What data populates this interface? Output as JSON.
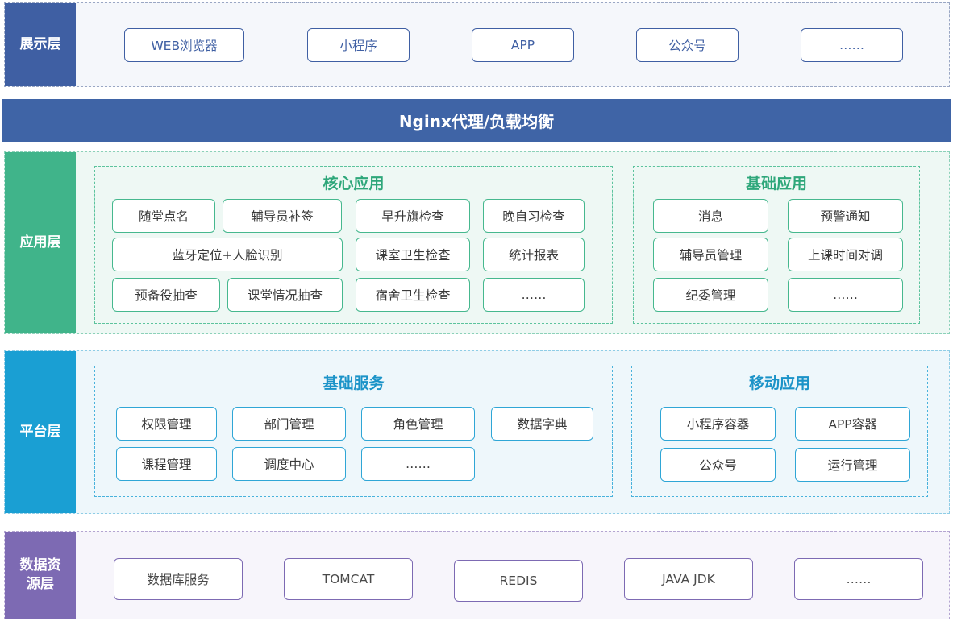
{
  "presentation_layer": {
    "label": "展示层",
    "items": [
      "WEB浏览器",
      "小程序",
      "APP",
      "公众号",
      "……"
    ]
  },
  "nginx": {
    "label": "Nginx代理/负载均衡"
  },
  "application_layer": {
    "label": "应用层",
    "core": {
      "title": "核心应用",
      "items": [
        "随堂点名",
        "辅导员补签",
        "早升旗检查",
        "晚自习检查",
        "蓝牙定位+人脸识别",
        "课室卫生检查",
        "统计报表",
        "预备役抽查",
        "课堂情况抽查",
        "宿舍卫生检查",
        "……"
      ]
    },
    "basic": {
      "title": "基础应用",
      "items": [
        "消息",
        "预警通知",
        "辅导员管理",
        "上课时间对调",
        "纪委管理",
        "……"
      ]
    }
  },
  "platform_layer": {
    "label": "平台层",
    "services": {
      "title": "基础服务",
      "items": [
        "权限管理",
        "部门管理",
        "角色管理",
        "数据字典",
        "课程管理",
        "调度中心",
        "……"
      ]
    },
    "mobile": {
      "title": "移动应用",
      "items": [
        "小程序容器",
        "APP容器",
        "公众号",
        "运行管理"
      ]
    }
  },
  "data_layer": {
    "label": "数据资源层",
    "label_lines": [
      "数据资",
      "源层"
    ],
    "items": [
      "数据库服务",
      "TOMCAT",
      "REDIS",
      "JAVA JDK",
      "……"
    ]
  },
  "colors": {
    "presentation": "#3f5fa3",
    "nginx": "#3f64a6",
    "application": "#40b48a",
    "platform": "#1a9fd3",
    "data": "#7d6ab3"
  }
}
